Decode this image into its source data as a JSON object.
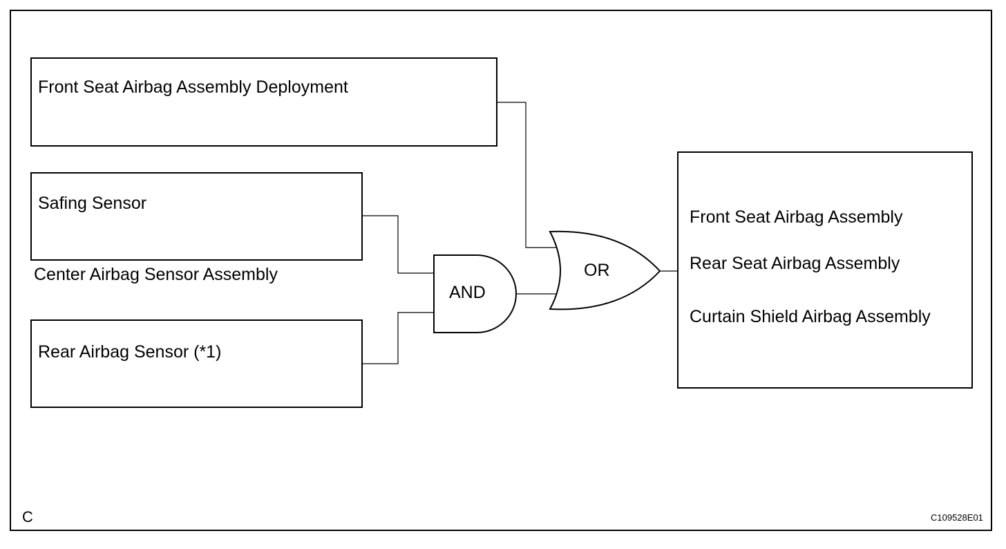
{
  "inputs": {
    "front_deployment": "Front Seat Airbag Assembly Deployment",
    "safing_sensor": "Safing Sensor",
    "center_sensor_caption": "Center Airbag Sensor Assembly",
    "rear_sensor": "Rear Airbag Sensor (*1)"
  },
  "gates": {
    "and_label": "AND",
    "or_label": "OR"
  },
  "outputs": {
    "items": [
      "Front Seat Airbag Assembly",
      "Rear Seat Airbag Assembly",
      "Curtain Shield Airbag Assembly"
    ]
  },
  "footer": {
    "corner_letter": "C",
    "figure_code": "C109528E01"
  }
}
